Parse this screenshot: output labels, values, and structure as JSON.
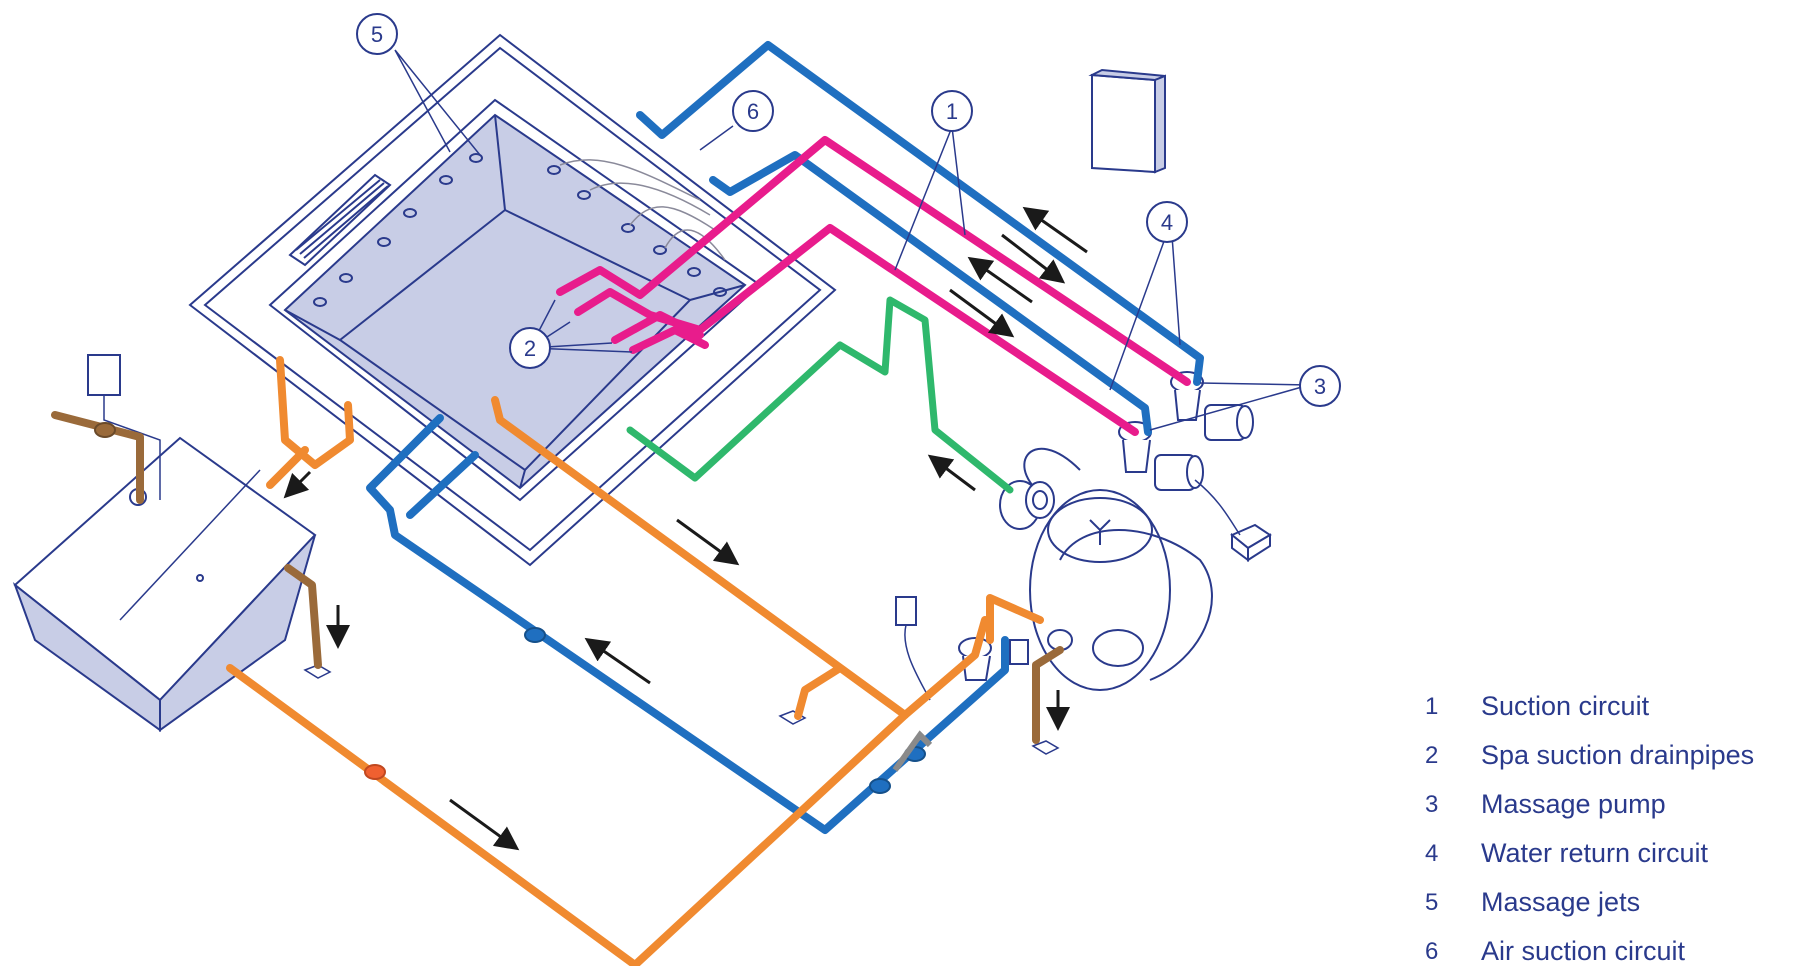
{
  "callouts": [
    {
      "number": "1"
    },
    {
      "number": "2"
    },
    {
      "number": "3"
    },
    {
      "number": "4"
    },
    {
      "number": "5"
    },
    {
      "number": "6"
    }
  ],
  "legend": [
    {
      "number": "1",
      "label": "Suction circuit"
    },
    {
      "number": "2",
      "label": "Spa suction drainpipes"
    },
    {
      "number": "3",
      "label": "Massage pump"
    },
    {
      "number": "4",
      "label": "Water return circuit"
    },
    {
      "number": "5",
      "label": "Massage jets"
    },
    {
      "number": "6",
      "label": "Air suction circuit"
    }
  ],
  "colors": {
    "outline": "#2a3a8c",
    "spa_fill": "#c8cde6",
    "return_pipe": "#1f6fc0",
    "suction_pipe": "#e81c8c",
    "drain_pipe": "#f08a30",
    "air_pipe": "#2fb86c",
    "brown_pipe": "#9a6a3a",
    "arrow": "#1a1a1a"
  }
}
